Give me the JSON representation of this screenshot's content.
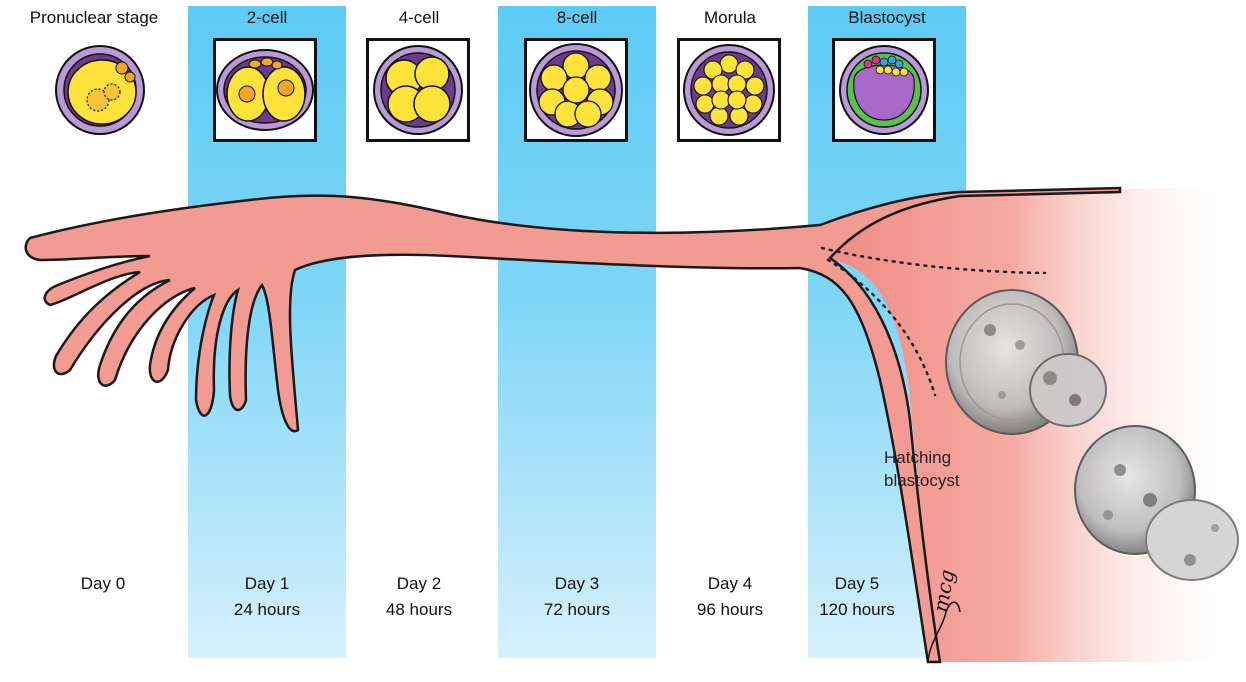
{
  "stages": [
    {
      "label": "Pronuclear stage",
      "day": "Day 0",
      "hours": "",
      "highlighted": false
    },
    {
      "label": "2-cell",
      "day": "Day 1",
      "hours": "24 hours",
      "highlighted": true
    },
    {
      "label": "4-cell",
      "day": "Day 2",
      "hours": "48 hours",
      "highlighted": false
    },
    {
      "label": "8-cell",
      "day": "Day 3",
      "hours": "72 hours",
      "highlighted": true
    },
    {
      "label": "Morula",
      "day": "Day 4",
      "hours": "96 hours",
      "highlighted": false
    },
    {
      "label": "Blastocyst",
      "day": "Day 5",
      "hours": "120 hours",
      "highlighted": true
    }
  ],
  "annotation": {
    "line1": "Hatching",
    "line2": "blastocyst"
  },
  "signature": "mcg",
  "colors": {
    "band": "#5ccbf5",
    "tube": "#f29b92",
    "zona": "#b99ad6",
    "cell": "#ffe23a",
    "nucleus": "#f5a623",
    "blastocoel": "#a868c8",
    "trophoblast": "#58c24f"
  }
}
